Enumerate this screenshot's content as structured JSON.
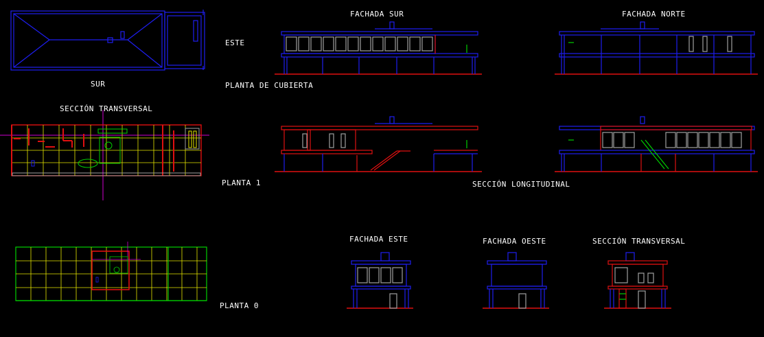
{
  "labels": {
    "sur": "SUR",
    "este": "ESTE",
    "planta_cubierta": "PLANTA DE CUBIERTA",
    "fachada_sur": "FACHADA SUR",
    "fachada_norte": "FACHADA NORTE",
    "seccion_transversal_top": "SECCIÓN TRANSVERSAL",
    "planta_1": "PLANTA 1",
    "seccion_longitudinal": "SECCIÓN LONGITUDINAL",
    "planta_0": "PLANTA 0",
    "fachada_este": "FACHADA ESTE",
    "fachada_oeste": "FACHADA OESTE",
    "seccion_transversal_bottom": "SECCIÓN TRANSVERSAL"
  },
  "colors": {
    "background": "#000000",
    "blue": "#1e1ef0",
    "red": "#e01010",
    "yellow": "#e6e600",
    "green": "#00d000",
    "white": "#ffffff",
    "gray": "#a0a0a0",
    "magenta": "#d000d0"
  }
}
